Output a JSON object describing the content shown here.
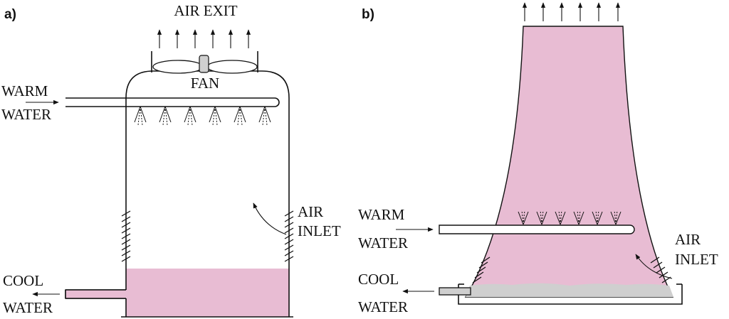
{
  "colors": {
    "water_pink": "#e8bcd3",
    "tower_pink": "#e8bcd3",
    "basin_gray": "#cfcfcf",
    "line": "#111111"
  },
  "panel_a": {
    "tag": "a)",
    "air_exit": "AIR EXIT",
    "fan": "FAN",
    "warm_water": [
      "WARM",
      "WATER"
    ],
    "air_inlet": [
      "AIR",
      "INLET"
    ],
    "cool_water": [
      "COOL",
      "WATER"
    ],
    "icons": [
      "fan-icon",
      "spray-nozzle-icon",
      "louver-icon",
      "arrow-icon"
    ]
  },
  "panel_b": {
    "tag": "b)",
    "warm_water": [
      "WARM",
      "WATER"
    ],
    "air_inlet": [
      "AIR",
      "INLET"
    ],
    "cool_water": [
      "COOL",
      "WATER"
    ],
    "icons": [
      "spray-nozzle-icon",
      "louver-icon",
      "arrow-icon"
    ]
  }
}
